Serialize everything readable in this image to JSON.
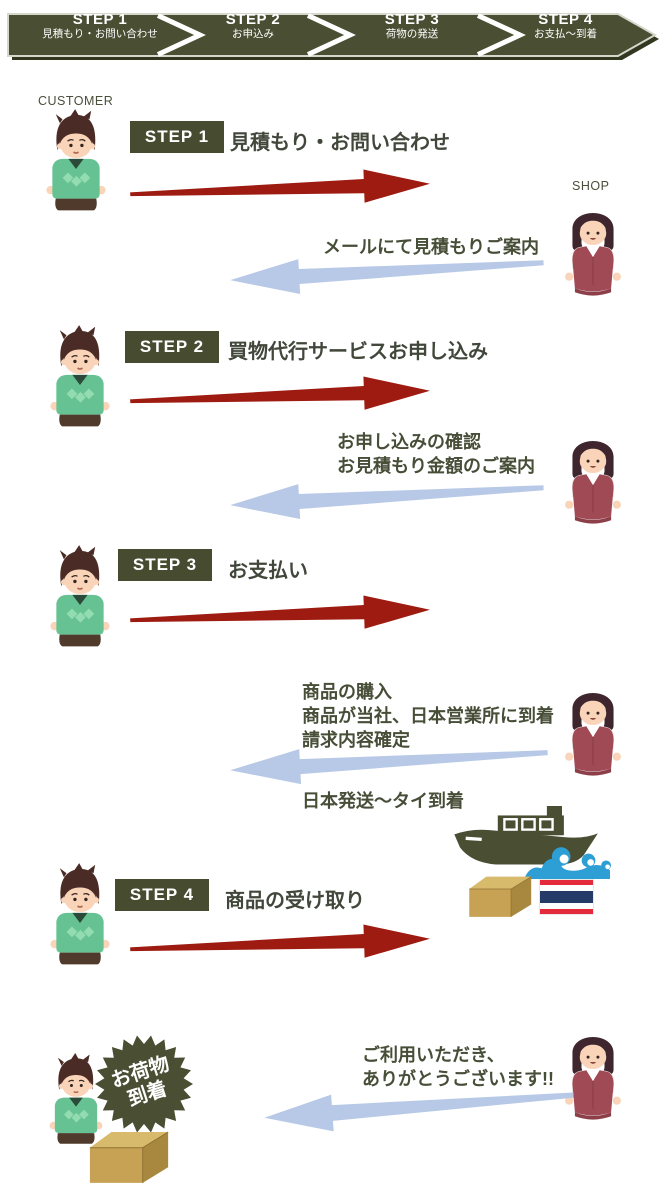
{
  "header": {
    "steps": [
      {
        "title": "STEP 1",
        "subtitle": "見積もり・お問い合わせ"
      },
      {
        "title": "STEP 2",
        "subtitle": "お申込み"
      },
      {
        "title": "STEP 3",
        "subtitle": "荷物の発送"
      },
      {
        "title": "STEP 4",
        "subtitle": "お支払〜到着"
      }
    ]
  },
  "labels": {
    "customer": "CUSTOMER",
    "shop": "SHOP"
  },
  "steps": {
    "step1": {
      "tag": "STEP 1",
      "title": "見積もり・お問い合わせ"
    },
    "step2": {
      "tag": "STEP 2",
      "title": "買物代行サービスお申し込み"
    },
    "step3": {
      "tag": "STEP 3",
      "title": "お支払い"
    },
    "step4": {
      "tag": "STEP 4",
      "title": "商品の受け取り"
    }
  },
  "replies": {
    "reply1": {
      "line1": "メールにて見積もりご案内"
    },
    "reply2": {
      "line1": "お申し込みの確認",
      "line2": "お見積もり金額のご案内"
    },
    "reply3": {
      "line1": "商品の購入",
      "line2": "商品が当社、日本営業所に到着",
      "line3": "請求内容確定"
    },
    "reply4": {
      "line1": "ご利用いただき、",
      "line2": "ありがとうございます!!"
    }
  },
  "shipping": {
    "note": "日本発送〜タイ到着"
  },
  "badge": {
    "line1": "お荷物",
    "line2": "到着"
  },
  "icons": {
    "ship": "cargo-ship-icon",
    "wave": "sea-wave-icon",
    "box": "package-box-icon",
    "flag": "thailand-flag-icon",
    "burst": "arrival-burst-badge"
  },
  "colors": {
    "olive": "#4a4f33",
    "olive_dark": "#32371f",
    "red_arrow": "#9e1b11",
    "blue_arrow": "#b7c9e6",
    "text": "#474e38",
    "flag_red": "#e32b3c",
    "flag_navy": "#243b68"
  }
}
